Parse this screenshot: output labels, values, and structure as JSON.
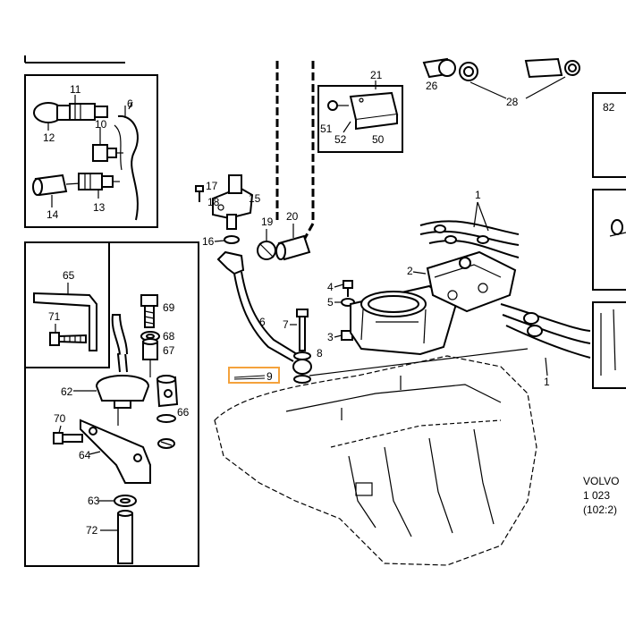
{
  "diagram": {
    "highlight_color": "#f4a23c",
    "highlighted_part": "9",
    "part_labels": {
      "p1a": "1",
      "p1b": "1",
      "p2": "2",
      "p3": "3",
      "p4": "4",
      "p5": "5",
      "p6a": "6",
      "p6b": "6",
      "p7": "7",
      "p8": "8",
      "p9": "9",
      "p10": "10",
      "p11": "11",
      "p12": "12",
      "p13": "13",
      "p14": "14",
      "p15": "15",
      "p16": "16",
      "p17": "17",
      "p18": "18",
      "p19": "19",
      "p20": "20",
      "p21": "21",
      "p26": "26",
      "p28": "28",
      "p50": "50",
      "p51": "51",
      "p52": "52",
      "p62": "62",
      "p63": "63",
      "p64": "64",
      "p65": "65",
      "p66": "66",
      "p67": "67",
      "p68": "68",
      "p69": "69",
      "p70": "70",
      "p71": "71",
      "p72": "72",
      "p82": "82"
    },
    "reference": {
      "line1": "VOLVO",
      "line2": "1 023",
      "line3": "(102:2)"
    }
  }
}
